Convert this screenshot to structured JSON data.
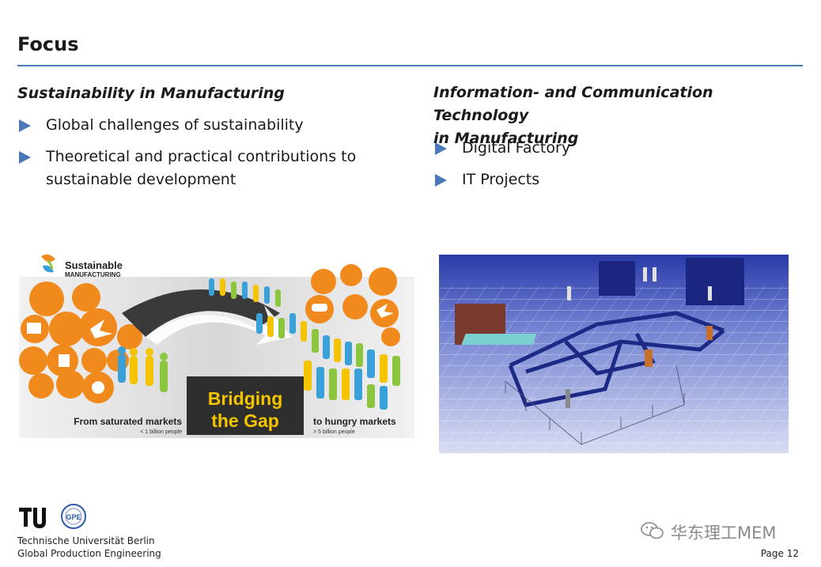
{
  "slide": {
    "title": "Focus",
    "page_label": "Page 12"
  },
  "left": {
    "heading": "Sustainability in Manufacturing",
    "bullets": [
      {
        "text": "Global challenges of sustainability"
      },
      {
        "text": "Theoretical and practical contributions to sustainable development"
      }
    ],
    "image": {
      "logo_line1": "Sustainable",
      "logo_line2": "MANUFACTURING",
      "center_text_1": "Bridging",
      "center_text_2": "the Gap",
      "left_caption": "From saturated markets",
      "left_subcaption": "< 1 billion people",
      "right_caption": "to hungry markets",
      "right_subcaption": "> 5 billion people"
    }
  },
  "right": {
    "heading_line1": "Information- and Communication Technology",
    "heading_line2": "in Manufacturing",
    "bullets": [
      {
        "text": "Digital Factory"
      },
      {
        "text": "IT Projects"
      }
    ]
  },
  "footer": {
    "org_line1": "Technische Universität Berlin",
    "org_line2": "Global Production Engineering",
    "gpe_badge": "GPE",
    "watermark": "华东理工MEM"
  },
  "colors": {
    "accent": "#4a78b8",
    "orange": "#f08a1c",
    "factory_bg": "#3a4eb0"
  }
}
